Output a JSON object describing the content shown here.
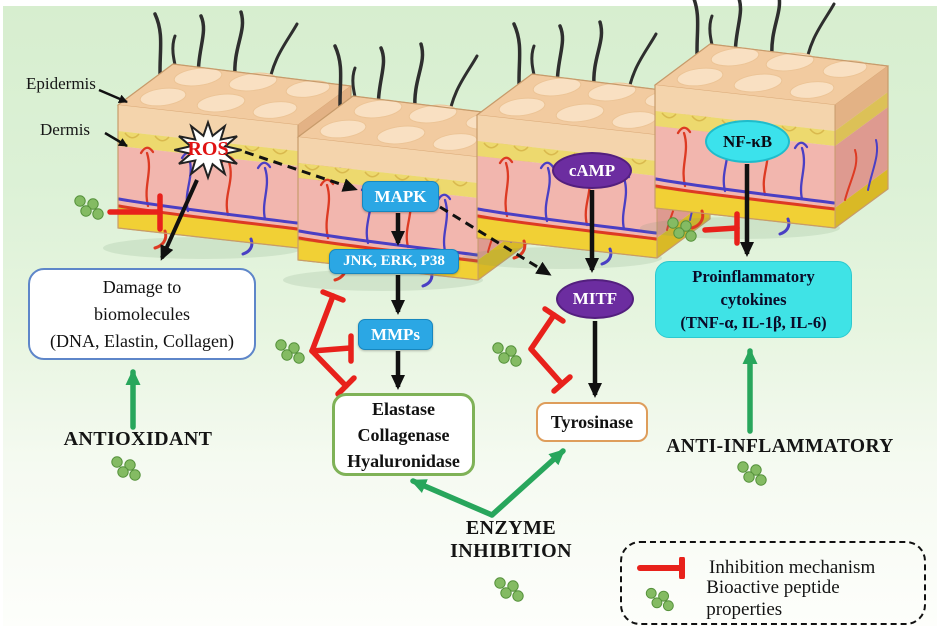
{
  "figure": {
    "skin_labels": {
      "epidermis": "Epidermis",
      "dermis": "Dermis"
    },
    "ros": "ROS",
    "nodes": {
      "mapk": "MAPK",
      "jnk_erk_p38": "JNK, ERK, P38",
      "mmps": "MMPs",
      "camp": "cAMP",
      "mitf": "MITF",
      "nfkb": "NF-κB"
    },
    "damage_box": {
      "line1": "Damage to",
      "line2": "biomolecules",
      "line3": "(DNA, Elastin, Collagen)"
    },
    "enzymes_box": {
      "line1": "Elastase",
      "line2": "Collagenase",
      "line3": "Hyaluronidase"
    },
    "tyrosinase_box": "Tyrosinase",
    "cytokines_box": {
      "line1": "Proinflammatory",
      "line2": "cytokines",
      "line3": "(TNF-α, IL-1β, IL-6)"
    },
    "mechanisms": {
      "antioxidant": "ANTIOXIDANT",
      "enzyme_line1": "ENZYME",
      "enzyme_line2": "INHIBITION",
      "anti_inflammatory": "ANTI-INFLAMMATORY"
    },
    "legend": {
      "inhibition": "Inhibition mechanism",
      "peptides": "Bioactive peptide properties"
    },
    "colors": {
      "node_blue": "#2BA7E4",
      "node_purple": "#6C2DA0",
      "node_cyan": "#3BE2EC",
      "cytokines_cyan": "#3FE3E6",
      "inhibition_red": "#E8211B",
      "arrow_green": "#28A65C",
      "peptide_green": "#84BB63",
      "damage_border": "#5E86C9",
      "enzymes_border": "#7FB257",
      "tyrosinase_border": "#DE9D5B",
      "background_green": "#DCF1D5"
    }
  }
}
